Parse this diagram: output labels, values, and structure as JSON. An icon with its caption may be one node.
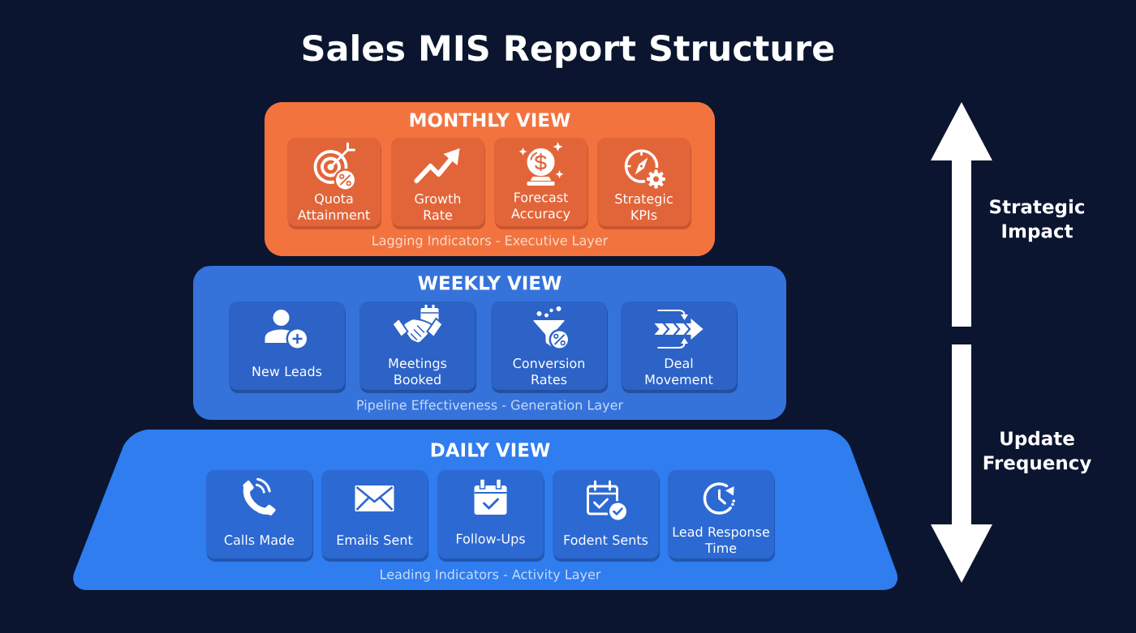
{
  "diagram": {
    "title": "Sales MIS Report Structure",
    "nodes": [
      {
        "text": [
          "MONTHLY VIEW",
          "Lagging Indicators - Executive Layer"
        ]
      },
      {
        "text": [
          "Quota Attainment"
        ],
        "in": 0
      },
      {
        "text": [
          "Growth Rate"
        ],
        "in": 0
      },
      {
        "text": [
          "Forecast Accuracy"
        ],
        "in": 0
      },
      {
        "text": [
          "Strategic KPIs"
        ],
        "in": 0
      },
      {
        "text": [
          "WEEKLY VIEW",
          "Pipeline Effectiveness - Generation Layer"
        ]
      },
      {
        "text": [
          "New Leads"
        ],
        "in": 5
      },
      {
        "text": [
          "Meetings Booked"
        ],
        "in": 5
      },
      {
        "text": [
          "Conversion Rates"
        ],
        "in": 5
      },
      {
        "text": [
          "Deal Movement"
        ],
        "in": 5
      },
      {
        "text": [
          "DAILY VIEW",
          "Leading Indicators - Activity Layer"
        ]
      },
      {
        "text": [
          "Calls Made"
        ],
        "in": 10
      },
      {
        "text": [
          "Emails Sent"
        ],
        "in": 10
      },
      {
        "text": [
          "Follow-Ups"
        ],
        "in": 10
      },
      {
        "text": [
          "Fodent Sents"
        ],
        "in": 10
      },
      {
        "text": [
          "Lead Response Time"
        ],
        "in": 10
      }
    ],
    "labels": [
      "Strategic Impact",
      "Update Frequency"
    ]
  }
}
